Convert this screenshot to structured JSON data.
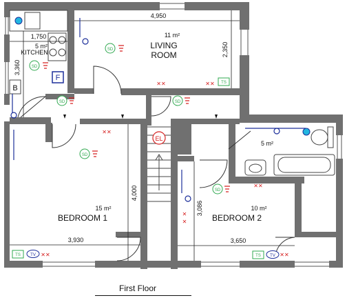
{
  "caption": "First Floor",
  "rooms": {
    "living": {
      "name_1": "LIVING",
      "name_2": "ROOM",
      "area": "11 m²"
    },
    "kitchen": {
      "name": "KITCHEN",
      "area": "5 m²"
    },
    "bedroom1": {
      "name": "BEDROOM 1",
      "area": "15 m²"
    },
    "bedroom2": {
      "name": "BEDROOM 2",
      "area": "10 m²"
    },
    "bathroom": {
      "area": "5 m²"
    }
  },
  "dimensions": {
    "living_width": "4,950",
    "living_depth": "2,350",
    "kitchen_width": "1,750",
    "kitchen_depth": "3,360",
    "bedroom1_width": "3,930",
    "bedroom1_depth": "4,000",
    "bedroom2_width": "3,650",
    "bedroom2_depth": "3,086"
  },
  "symbols": {
    "smoke_detector": "SD",
    "electric": "EL",
    "boiler": "B",
    "fuse_box": "F",
    "tv_socket": "TV",
    "telephone_socket": "TS"
  },
  "colors": {
    "wall": "#707070",
    "detector_green": "#2fa84f",
    "alarm_red": "#d62020",
    "switch_blue": "#1c2e9a",
    "light_cyan": "#22b6e0"
  }
}
